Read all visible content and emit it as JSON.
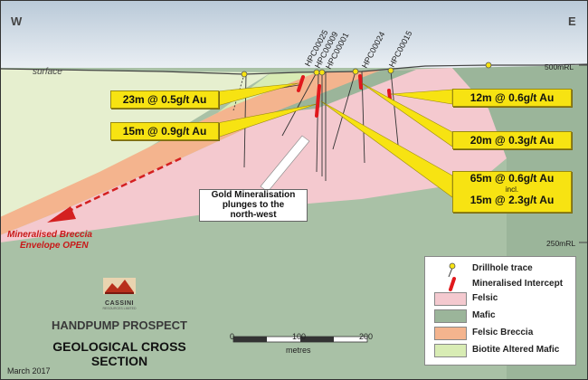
{
  "orientation": {
    "west": "W",
    "east": "E"
  },
  "surface_label": "surface",
  "elevation_labels": {
    "top": "500mRL",
    "bottom": "250mRL"
  },
  "drillholes": [
    "HPC00025",
    "HPC00009",
    "HPC00001",
    "HPC00024",
    "HPC00015"
  ],
  "intercepts": {
    "a": "23m @ 0.5g/t Au",
    "b": "15m @ 0.9g/t Au",
    "c": "12m @ 0.6g/t Au",
    "d": "20m @ 0.3g/t Au",
    "e_main": "65m @ 0.6g/t Au",
    "e_incl": "incl.",
    "e_sub": "15m @ 2.3g/t Au"
  },
  "mineralisation_note": {
    "line1": "Gold Mineralisation",
    "line2": "plunges to the",
    "line3": "north-west"
  },
  "breccia_note": {
    "line1": "Mineralised Breccia",
    "line2": "Envelope OPEN"
  },
  "company": {
    "name": "CASSINI",
    "sub": "RESOURCES LIMITED"
  },
  "title": {
    "line1": "HANDPUMP PROSPECT",
    "line2": "GEOLOGICAL CROSS",
    "line3": "SECTION"
  },
  "scale": {
    "ticks": [
      "0",
      "100",
      "200"
    ],
    "unit": "metres"
  },
  "legend": {
    "drillhole": "Drillhole trace",
    "intercept": "Mineralised Intercept",
    "felsic": "Felsic",
    "mafic": "Mafic",
    "breccia": "Felsic Breccia",
    "biotite": "Biotite Altered Mafic"
  },
  "date": "March 2017",
  "colors": {
    "felsic": "#f4c9cf",
    "mafic": "#9bb59a",
    "breccia": "#f4b48e",
    "biotite": "#d8ecb4",
    "callout": "#f7e312",
    "arrow": "#d42020"
  }
}
